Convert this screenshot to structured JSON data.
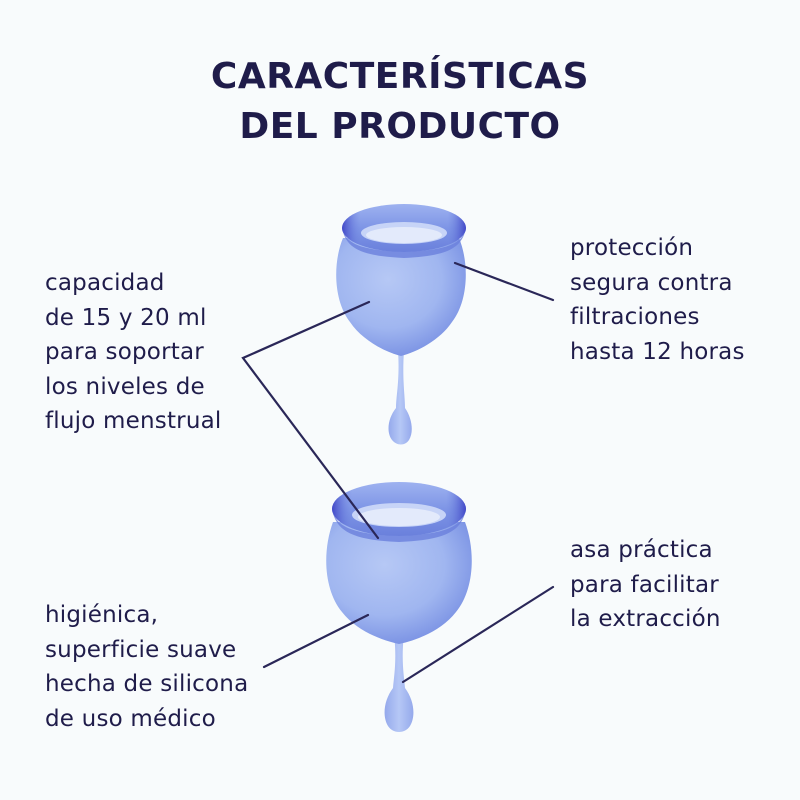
{
  "title": {
    "lines": [
      "CARACTERÍSTICAS",
      "DEL PRODUCTO"
    ]
  },
  "features": {
    "capacity": {
      "lines": [
        "capacidad",
        "de 15 y 20 ml",
        "para soportar",
        "los niveles de",
        "flujo menstrual"
      ]
    },
    "protection": {
      "lines": [
        "protección",
        "segura contra",
        "filtraciones",
        "hasta 12 horas"
      ]
    },
    "handle": {
      "lines": [
        "asa práctica",
        "para facilitar",
        "la extracción"
      ]
    },
    "hygienic": {
      "lines": [
        "higiénica,",
        "superficie suave",
        "hecha de silicona",
        "de uso médico"
      ]
    }
  },
  "colors": {
    "background": "#f8fbfc",
    "text": "#1f1c4a",
    "cup_light": "#a9bdf2",
    "cup_mid": "#7f97e6",
    "cup_dark": "#3b3fc4",
    "leader_line": "#2a2758"
  },
  "products": [
    {
      "name": "menstrual-cup-small"
    },
    {
      "name": "menstrual-cup-large"
    }
  ]
}
